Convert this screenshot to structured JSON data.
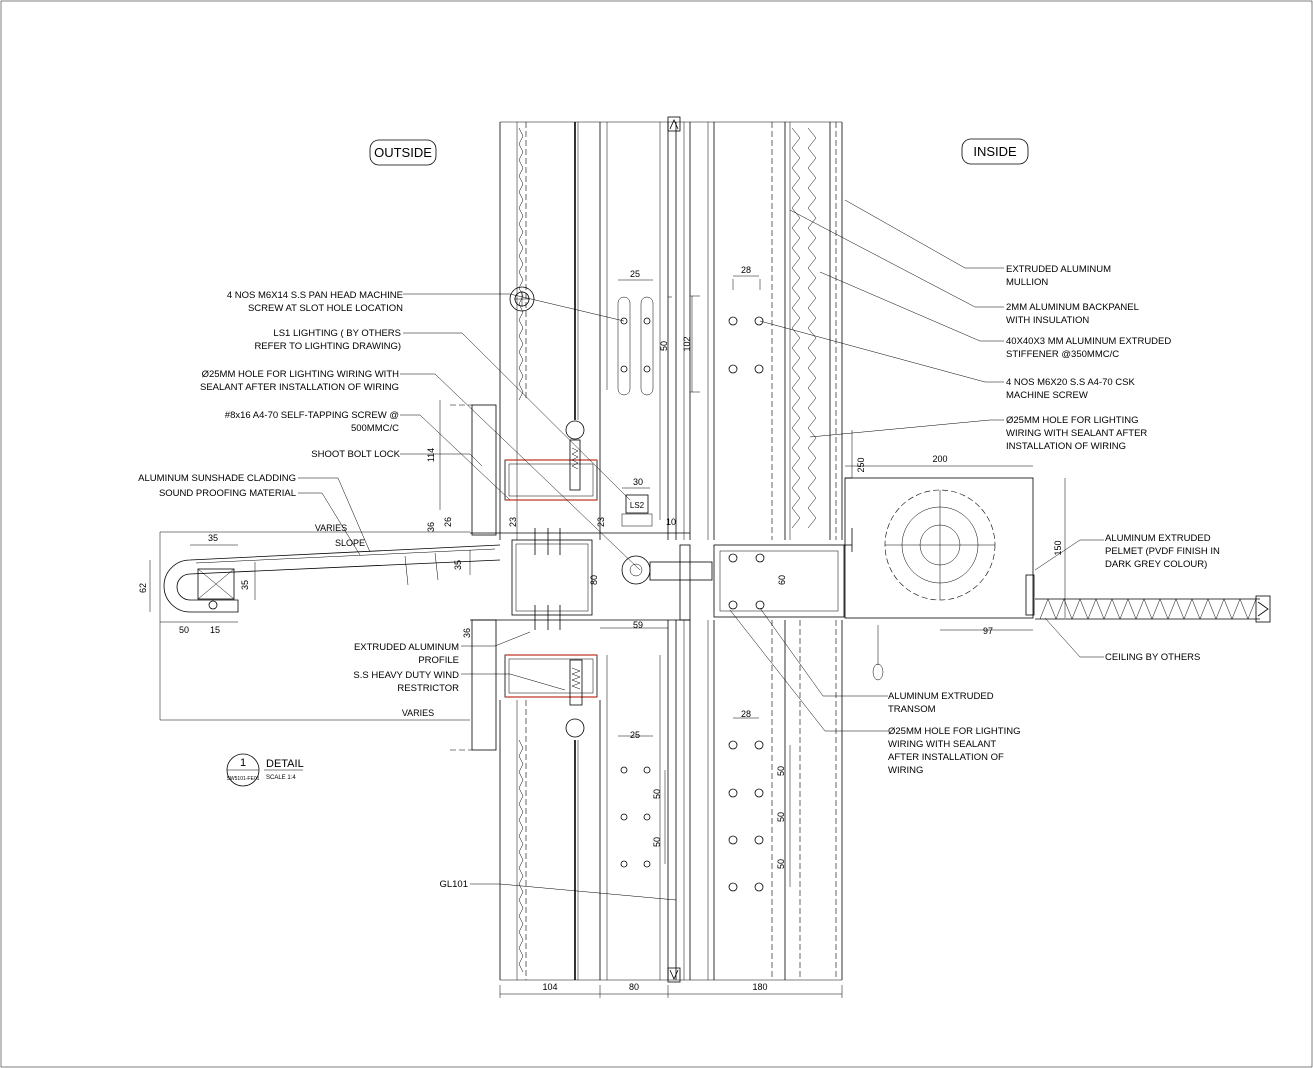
{
  "labels": {
    "outside": "OUTSIDE",
    "inside": "INSIDE"
  },
  "callouts_left": [
    {
      "lines": [
        "4 NOS M6X14 S.S PAN HEAD MACHINE",
        "SCREW AT SLOT HOLE LOCATION"
      ]
    },
    {
      "lines": [
        "LS1 LIGHTING ( BY OTHERS",
        "REFER TO LIGHTING DRAWING)"
      ]
    },
    {
      "lines": [
        "Ø25MM HOLE FOR LIGHTING WIRING WITH",
        "SEALANT AFTER INSTALLATION OF WIRING"
      ]
    },
    {
      "lines": [
        "#8x16 A4-70 SELF-TAPPING SCREW @",
        "500MMC/C"
      ]
    },
    {
      "lines": [
        "SHOOT BOLT LOCK"
      ]
    },
    {
      "lines": [
        "ALUMINUM SUNSHADE CLADDING"
      ]
    },
    {
      "lines": [
        "SOUND PROOFING MATERIAL"
      ]
    },
    {
      "lines": [
        "EXTRUDED ALUMINUM",
        "PROFILE"
      ]
    },
    {
      "lines": [
        "S.S HEAVY DUTY WIND",
        "RESTRICTOR"
      ]
    },
    {
      "lines": [
        "GL101"
      ]
    }
  ],
  "callouts_right": [
    {
      "lines": [
        "EXTRUDED ALUMINUM",
        "MULLION"
      ]
    },
    {
      "lines": [
        "2MM ALUMINUM BACKPANEL",
        "WITH INSULATION"
      ]
    },
    {
      "lines": [
        "40X40X3 MM ALUMINUM EXTRUDED",
        "STIFFENER @350MMC/C"
      ]
    },
    {
      "lines": [
        "4 NOS M6X20 S.S A4-70 CSK",
        "MACHINE SCREW"
      ]
    },
    {
      "lines": [
        "Ø25MM HOLE FOR LIGHTING",
        "WIRING WITH SEALANT AFTER",
        "INSTALLATION OF WIRING"
      ]
    },
    {
      "lines": [
        "ALUMINUM EXTRUDED",
        "PELMET (PVDF FINISH IN",
        "DARK GREY COLOUR)"
      ]
    },
    {
      "lines": [
        "CEILING BY OTHERS"
      ]
    },
    {
      "lines": [
        "ALUMINUM EXTRUDED",
        "TRANSOM"
      ]
    },
    {
      "lines": [
        "Ø25MM HOLE FOR LIGHTING",
        "WIRING WITH SEALANT",
        "AFTER INSTALLATION OF",
        "WIRING"
      ]
    }
  ],
  "dimensions": {
    "d25_top": "25",
    "d28_top": "28",
    "d50_top": "50",
    "d102": "102",
    "d30": "30",
    "d10": "10",
    "d250": "250",
    "d200": "200",
    "d150": "150",
    "d97": "97",
    "d114": "114",
    "d36a": "36",
    "d26": "26",
    "d23a": "23",
    "d23b": "23",
    "d35a": "35",
    "d35b": "35",
    "d35c": "35",
    "d62": "62",
    "d50_left": "50",
    "d15": "15",
    "d36b": "36",
    "d59": "59",
    "d80a": "80",
    "d60": "60",
    "varies_top": "VARIES",
    "slope": "SLOPE",
    "varies_bottom": "VARIES",
    "d25_bot": "25",
    "d28_bot": "28",
    "d50_b1": "50",
    "d50_b2": "50",
    "d50_b3": "50",
    "d50_b4": "50",
    "d50_b5": "50",
    "d104": "104",
    "d80b": "80",
    "d180": "180",
    "ls2": "LS2"
  },
  "title_block": {
    "number": "1",
    "title": "DETAIL",
    "ref": "SW5101-FE01",
    "scale": "SCALE 1:4"
  }
}
